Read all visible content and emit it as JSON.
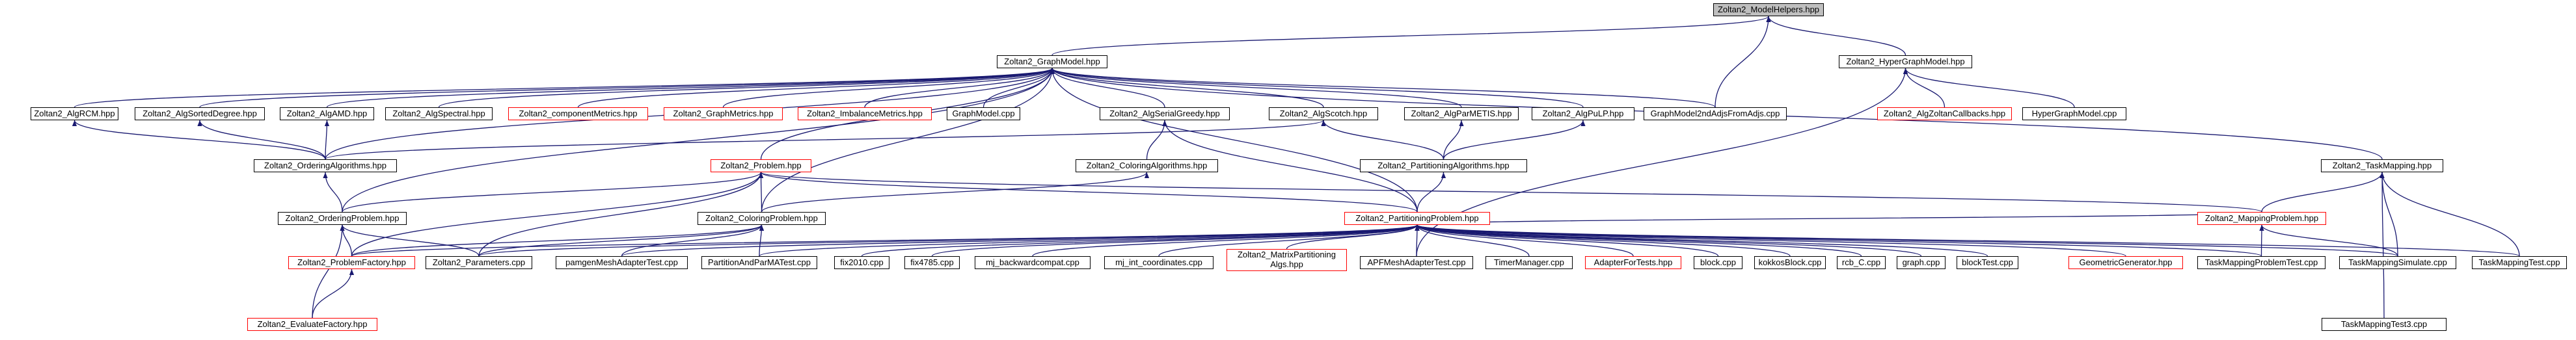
{
  "graph": {
    "nodes": [
      {
        "id": "mh",
        "label": "Zoltan2_ModelHelpers.hpp",
        "root": true
      },
      {
        "id": "gm",
        "label": "Zoltan2_GraphModel.hpp"
      },
      {
        "id": "hgm",
        "label": "Zoltan2_HyperGraphModel.hpp"
      },
      {
        "id": "rcm",
        "label": "Zoltan2_AlgRCM.hpp"
      },
      {
        "id": "sorted",
        "label": "Zoltan2_AlgSortedDegree.hpp"
      },
      {
        "id": "amd",
        "label": "Zoltan2_AlgAMD.hpp"
      },
      {
        "id": "spectral",
        "label": "Zoltan2_AlgSpectral.hpp"
      },
      {
        "id": "compmetrics",
        "label": "Zoltan2_componentMetrics.hpp",
        "red": true
      },
      {
        "id": "graphmetrics",
        "label": "Zoltan2_GraphMetrics.hpp",
        "red": true
      },
      {
        "id": "imbalance",
        "label": "Zoltan2_ImbalanceMetrics.hpp",
        "red": true
      },
      {
        "id": "gmcpp",
        "label": "GraphModel.cpp"
      },
      {
        "id": "serialgreedy",
        "label": "Zoltan2_AlgSerialGreedy.hpp"
      },
      {
        "id": "scotch",
        "label": "Zoltan2_AlgScotch.hpp"
      },
      {
        "id": "parmetis",
        "label": "Zoltan2_AlgParMETIS.hpp"
      },
      {
        "id": "pulp",
        "label": "Zoltan2_AlgPuLP.hpp"
      },
      {
        "id": "gm2nd",
        "label": "GraphModel2ndAdjsFromAdjs.cpp"
      },
      {
        "id": "zoltancb",
        "label": "Zoltan2_AlgZoltanCallbacks.hpp",
        "red": true
      },
      {
        "id": "hgmcpp",
        "label": "HyperGraphModel.cpp"
      },
      {
        "id": "orderalgs",
        "label": "Zoltan2_OrderingAlgorithms.hpp"
      },
      {
        "id": "problem",
        "label": "Zoltan2_Problem.hpp",
        "red": true
      },
      {
        "id": "coloralgs",
        "label": "Zoltan2_ColoringAlgorithms.hpp"
      },
      {
        "id": "partalgs",
        "label": "Zoltan2_PartitioningAlgorithms.hpp"
      },
      {
        "id": "taskmap",
        "label": "Zoltan2_TaskMapping.hpp"
      },
      {
        "id": "orderprob",
        "label": "Zoltan2_OrderingProblem.hpp"
      },
      {
        "id": "colorprob",
        "label": "Zoltan2_ColoringProblem.hpp"
      },
      {
        "id": "partprob",
        "label": "Zoltan2_PartitioningProblem.hpp",
        "red": true
      },
      {
        "id": "mapprob",
        "label": "Zoltan2_MappingProblem.hpp",
        "red": true
      },
      {
        "id": "probfactory",
        "label": "Zoltan2_ProblemFactory.hpp",
        "red": true
      },
      {
        "id": "params",
        "label": "Zoltan2_Parameters.cpp"
      },
      {
        "id": "pamgen",
        "label": "pamgenMeshAdapterTest.cpp"
      },
      {
        "id": "papma",
        "label": "PartitionAndParMATest.cpp"
      },
      {
        "id": "fix2010",
        "label": "fix2010.cpp"
      },
      {
        "id": "fix4785",
        "label": "fix4785.cpp"
      },
      {
        "id": "mjback",
        "label": "mj_backwardcompat.cpp"
      },
      {
        "id": "mjint",
        "label": "mj_int_coordinates.cpp"
      },
      {
        "id": "matrixpart",
        "label": "Zoltan2_MatrixPartitioning Algs.hpp",
        "red": true
      },
      {
        "id": "apfmesh",
        "label": "APFMeshAdapterTest.cpp"
      },
      {
        "id": "timer",
        "label": "TimerManager.cpp"
      },
      {
        "id": "adapterfortests",
        "label": "AdapterForTests.hpp",
        "red": true
      },
      {
        "id": "block",
        "label": "block.cpp"
      },
      {
        "id": "kokkosblock",
        "label": "kokkosBlock.cpp"
      },
      {
        "id": "rcbc",
        "label": "rcb_C.cpp"
      },
      {
        "id": "graphcpp",
        "label": "graph.cpp"
      },
      {
        "id": "blocktest",
        "label": "blockTest.cpp"
      },
      {
        "id": "geomgen",
        "label": "GeometricGenerator.hpp",
        "red": true
      },
      {
        "id": "tmpt",
        "label": "TaskMappingProblemTest.cpp"
      },
      {
        "id": "tmsim",
        "label": "TaskMappingSimulate.cpp"
      },
      {
        "id": "tmtest",
        "label": "TaskMappingTest.cpp"
      },
      {
        "id": "evalfactory",
        "label": "Zoltan2_EvaluateFactory.hpp",
        "red": true
      },
      {
        "id": "tmtest3",
        "label": "TaskMappingTest3.cpp"
      }
    ],
    "edges": [
      [
        "gm",
        "mh"
      ],
      [
        "gm2nd",
        "mh"
      ],
      [
        "hgm",
        "mh"
      ],
      [
        "rcm",
        "gm"
      ],
      [
        "sorted",
        "gm"
      ],
      [
        "amd",
        "gm"
      ],
      [
        "spectral",
        "gm"
      ],
      [
        "compmetrics",
        "gm"
      ],
      [
        "graphmetrics",
        "gm"
      ],
      [
        "imbalance",
        "gm"
      ],
      [
        "gmcpp",
        "gm"
      ],
      [
        "serialgreedy",
        "gm"
      ],
      [
        "scotch",
        "gm"
      ],
      [
        "parmetis",
        "gm"
      ],
      [
        "pulp",
        "gm"
      ],
      [
        "gm2nd",
        "gm"
      ],
      [
        "orderalgs",
        "gm"
      ],
      [
        "problem",
        "gm"
      ],
      [
        "orderprob",
        "gm"
      ],
      [
        "colorprob",
        "gm"
      ],
      [
        "partprob",
        "gm"
      ],
      [
        "taskmap",
        "gm"
      ],
      [
        "zoltancb",
        "hgm"
      ],
      [
        "hgmcpp",
        "hgm"
      ],
      [
        "apfmesh",
        "hgm"
      ],
      [
        "orderalgs",
        "rcm"
      ],
      [
        "orderalgs",
        "sorted"
      ],
      [
        "orderalgs",
        "amd"
      ],
      [
        "orderalgs",
        "scotch"
      ],
      [
        "partalgs",
        "scotch"
      ],
      [
        "partalgs",
        "parmetis"
      ],
      [
        "partalgs",
        "pulp"
      ],
      [
        "coloralgs",
        "serialgreedy"
      ],
      [
        "partprob",
        "serialgreedy"
      ],
      [
        "orderprob",
        "orderalgs"
      ],
      [
        "colorprob",
        "coloralgs"
      ],
      [
        "partprob",
        "partalgs"
      ],
      [
        "orderprob",
        "problem"
      ],
      [
        "colorprob",
        "problem"
      ],
      [
        "partprob",
        "problem"
      ],
      [
        "mapprob",
        "problem"
      ],
      [
        "probfactory",
        "problem"
      ],
      [
        "params",
        "problem"
      ],
      [
        "mapprob",
        "taskmap"
      ],
      [
        "tmsim",
        "taskmap"
      ],
      [
        "tmtest",
        "taskmap"
      ],
      [
        "tmtest3",
        "taskmap"
      ],
      [
        "probfactory",
        "orderprob"
      ],
      [
        "params",
        "orderprob"
      ],
      [
        "evalfactory",
        "orderprob"
      ],
      [
        "probfactory",
        "colorprob"
      ],
      [
        "params",
        "colorprob"
      ],
      [
        "pamgen",
        "colorprob"
      ],
      [
        "papma",
        "colorprob"
      ],
      [
        "mapprob",
        "partprob"
      ],
      [
        "probfactory",
        "partprob"
      ],
      [
        "params",
        "partprob"
      ],
      [
        "pamgen",
        "partprob"
      ],
      [
        "papma",
        "partprob"
      ],
      [
        "fix2010",
        "partprob"
      ],
      [
        "fix4785",
        "partprob"
      ],
      [
        "mjback",
        "partprob"
      ],
      [
        "mjint",
        "partprob"
      ],
      [
        "matrixpart",
        "partprob"
      ],
      [
        "apfmesh",
        "partprob"
      ],
      [
        "timer",
        "partprob"
      ],
      [
        "adapterfortests",
        "partprob"
      ],
      [
        "block",
        "partprob"
      ],
      [
        "kokkosblock",
        "partprob"
      ],
      [
        "rcbc",
        "partprob"
      ],
      [
        "graphcpp",
        "partprob"
      ],
      [
        "blocktest",
        "partprob"
      ],
      [
        "geomgen",
        "partprob"
      ],
      [
        "tmpt",
        "partprob"
      ],
      [
        "tmsim",
        "partprob"
      ],
      [
        "tmtest",
        "partprob"
      ],
      [
        "tmpt",
        "mapprob"
      ],
      [
        "tmsim",
        "mapprob"
      ],
      [
        "evalfactory",
        "probfactory"
      ]
    ]
  }
}
